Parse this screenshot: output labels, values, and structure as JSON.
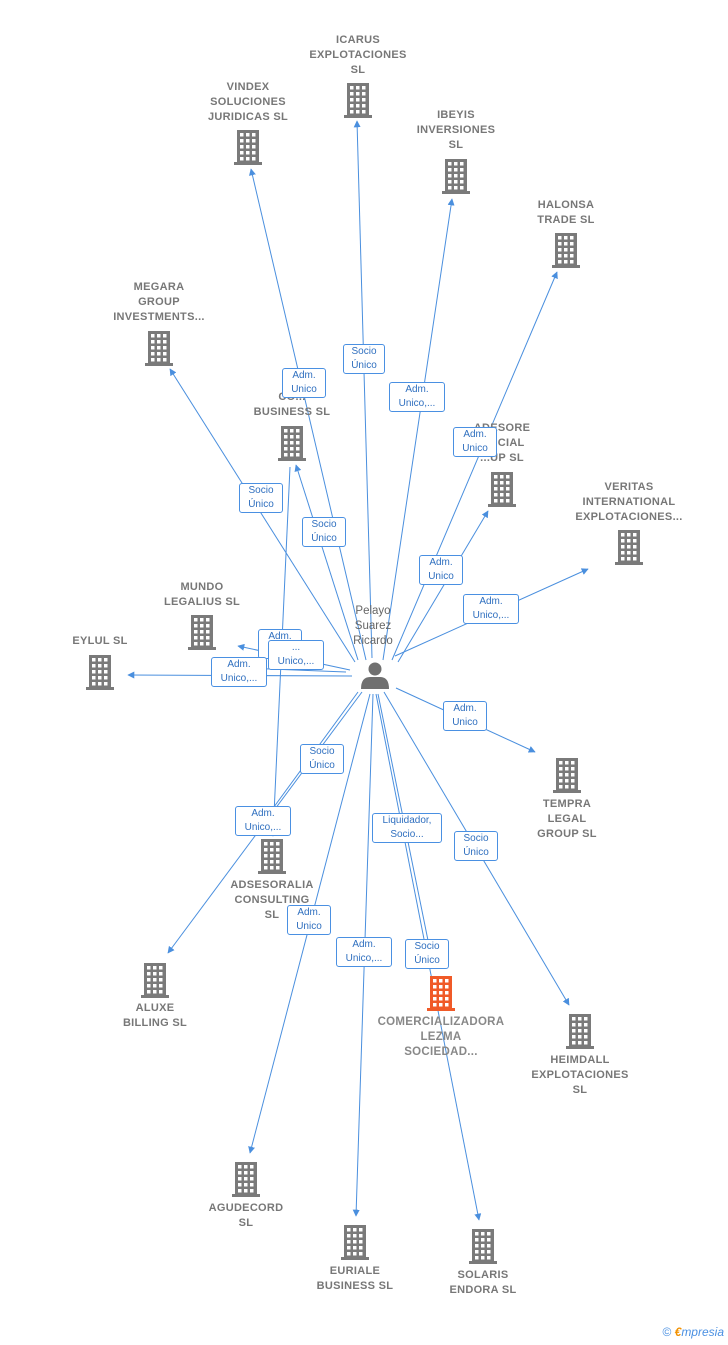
{
  "colors": {
    "edge": "#4a8fde",
    "building": "#7a7a7a",
    "main_building": "#f05a28",
    "person": "#707070"
  },
  "person": {
    "label": "Pelayo\nSuarez\nRicardo"
  },
  "companies": [
    {
      "id": "icarus",
      "label": "ICARUS\nEXPLOTACIONES\nSL"
    },
    {
      "id": "vindex",
      "label": "VINDEX\nSOLUCIONES\nJURIDICAS  SL"
    },
    {
      "id": "ibeyis",
      "label": "IBEYIS\nINVERSIONES\nSL"
    },
    {
      "id": "halonsa",
      "label": "HALONSA\nTRADE  SL"
    },
    {
      "id": "megara",
      "label": "MEGARA\nGROUP\nINVESTMENTS..."
    },
    {
      "id": "cobusiness",
      "label": "CO...\nBUSINESS  SL"
    },
    {
      "id": "adesore",
      "label": "ADESORE\n...NCIAL\n...UP  SL"
    },
    {
      "id": "veritas",
      "label": "VERITAS\nINTERNATIONAL\nEXPLOTACIONES..."
    },
    {
      "id": "mundo",
      "label": "MUNDO\nLEGALIUS  SL"
    },
    {
      "id": "eylul",
      "label": "EYLUL  SL"
    },
    {
      "id": "tempra",
      "label": "TEMPRA\nLEGAL\nGROUP  SL"
    },
    {
      "id": "adsesoralia",
      "label": "ADSESORALIA\nCONSULTING\nSL"
    },
    {
      "id": "aluxe",
      "label": "ALUXE\nBILLING  SL"
    },
    {
      "id": "comercializadora",
      "label": "COMERCIALIZADORA\nLEZMA\nSOCIEDAD...",
      "main": true
    },
    {
      "id": "heimdall",
      "label": "HEIMDALL\nEXPLOTACIONES\nSL"
    },
    {
      "id": "agudecord",
      "label": "AGUDECORD\nSL"
    },
    {
      "id": "euriale",
      "label": "EURIALE\nBUSINESS  SL"
    },
    {
      "id": "solaris",
      "label": "SOLARIS\nENDORA  SL"
    }
  ],
  "edge_labels": [
    {
      "to": "icarus",
      "text": "Socio\nÚnico"
    },
    {
      "to": "vindex",
      "text": "Adm.\nUnico"
    },
    {
      "to": "ibeyis",
      "text": "Adm.\nUnico,..."
    },
    {
      "to": "halonsa",
      "text": "Adm.\nUnico"
    },
    {
      "to": "megara",
      "text": "Socio\nÚnico"
    },
    {
      "to": "cobusiness",
      "text": "Socio\nÚnico"
    },
    {
      "to": "adesore",
      "text": "Adm.\nUnico"
    },
    {
      "to": "veritas",
      "text": "Adm.\nUnico,..."
    },
    {
      "to": "mundo",
      "text": "Adm.\nUnico"
    },
    {
      "to": "mundo",
      "text": "...\nUnico,..."
    },
    {
      "to": "eylul",
      "text": "Adm.\nUnico,..."
    },
    {
      "to": "tempra",
      "text": "Adm.\nUnico"
    },
    {
      "to": "adsesoralia",
      "text": "Socio\nÚnico"
    },
    {
      "to": "aluxe",
      "text": "Adm.\nUnico,..."
    },
    {
      "to": "comercializadora",
      "text": "Liquidador,\nSocio..."
    },
    {
      "to": "heimdall",
      "text": "Socio\nÚnico"
    },
    {
      "to": "agudecord",
      "text": "Adm.\nUnico"
    },
    {
      "to": "euriale",
      "text": "Adm.\nUnico,..."
    },
    {
      "to": "solaris",
      "text": "Socio\nÚnico"
    }
  ],
  "footer": {
    "copyright": "©",
    "brand_e": "€",
    "brand_rest": "mpresia"
  }
}
